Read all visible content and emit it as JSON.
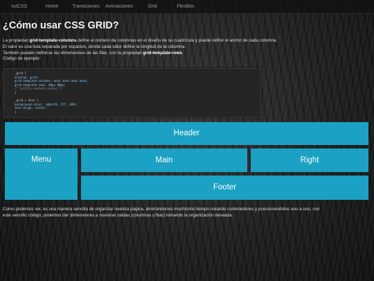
{
  "nav": {
    "items": [
      {
        "label": "tutCSS"
      },
      {
        "label": "Home"
      },
      {
        "label": "Transiciones"
      },
      {
        "label": "Animaciones"
      },
      {
        "label": "Grid"
      },
      {
        "label": "FlexBox"
      }
    ]
  },
  "main": {
    "title": "¿Cómo usar CSS GRID?",
    "intro": {
      "line1_before": "La propiedad ",
      "line1_bold": "grid-template-columns",
      "line1_after": " define el número de columnas en el diseño de su cuadrícula y puede definir el ancho de cada columna.",
      "line2": "El valor es una lista separada por espacios, donde cada valor define la longitud de la columna.",
      "line3_before": "También pueden definirse las dimensiones de las filas, con la propiedad ",
      "line3_bold": "grid-template-rows",
      "line4": "Código de ejemplo:"
    },
    "code": {
      "lines": [
        ".grid {",
        "display: grid;",
        "grid-template-columns: auto auto auto auto;",
        "grid-template-rows: 80px 80px;",
        "/* justify-content:center;*/",
        "}",
        "",
        ".grid > div> {",
        "background-color: rgba(33, 157, 189);",
        "text-align: center;",
        "}"
      ]
    },
    "grid": {
      "header": "Header",
      "menu": "Menu",
      "main": "Main",
      "right": "Right",
      "footer": "Footer"
    },
    "outro": {
      "line1": "Como podemos ver, es una manera sencilla de organizar nuestra página, ahorrándonos muchisimo tiempo creando contenedores y posicionandolos uno a uno, con",
      "line2": "este sencillo código, podemos dar dimensiones a nuestras celdas (columnas y filas) tomando la organización deseada."
    }
  },
  "colors": {
    "grid_cell": "#1ba1c3",
    "background": "#1e1e1e",
    "navbar": "#121212"
  }
}
